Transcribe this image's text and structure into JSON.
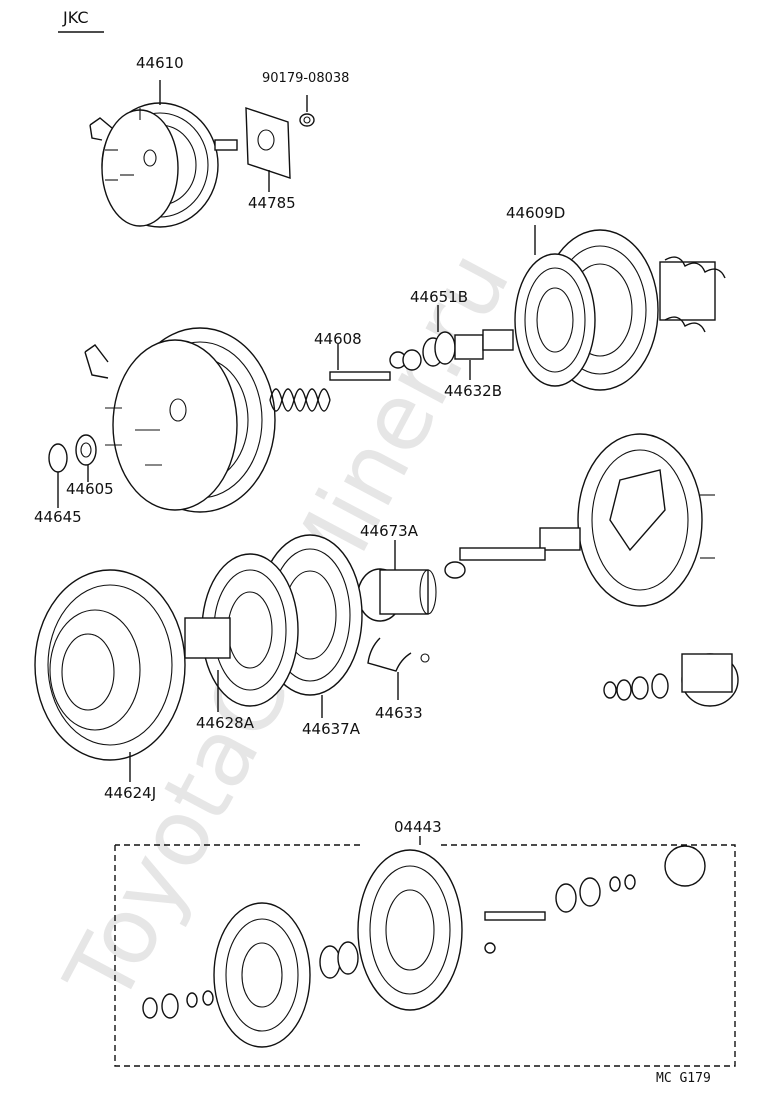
{
  "header": {
    "code": "JKC"
  },
  "footer": {
    "code": "MC  G179"
  },
  "watermark": {
    "text": "ToyotaCarMiner.ru",
    "color": "#e6e6e6"
  },
  "parts": {
    "p44610": "44610",
    "p90179": "90179-08038",
    "p44785": "44785",
    "p44609D": "44609D",
    "p44651B": "44651B",
    "p44608": "44608",
    "p44632B": "44632B",
    "p44605": "44605",
    "p44645": "44645",
    "p44673A": "44673A",
    "p44628A": "44628A",
    "p44637A": "44637A",
    "p44633": "44633",
    "p44624J": "44624J",
    "p04443": "04443"
  }
}
